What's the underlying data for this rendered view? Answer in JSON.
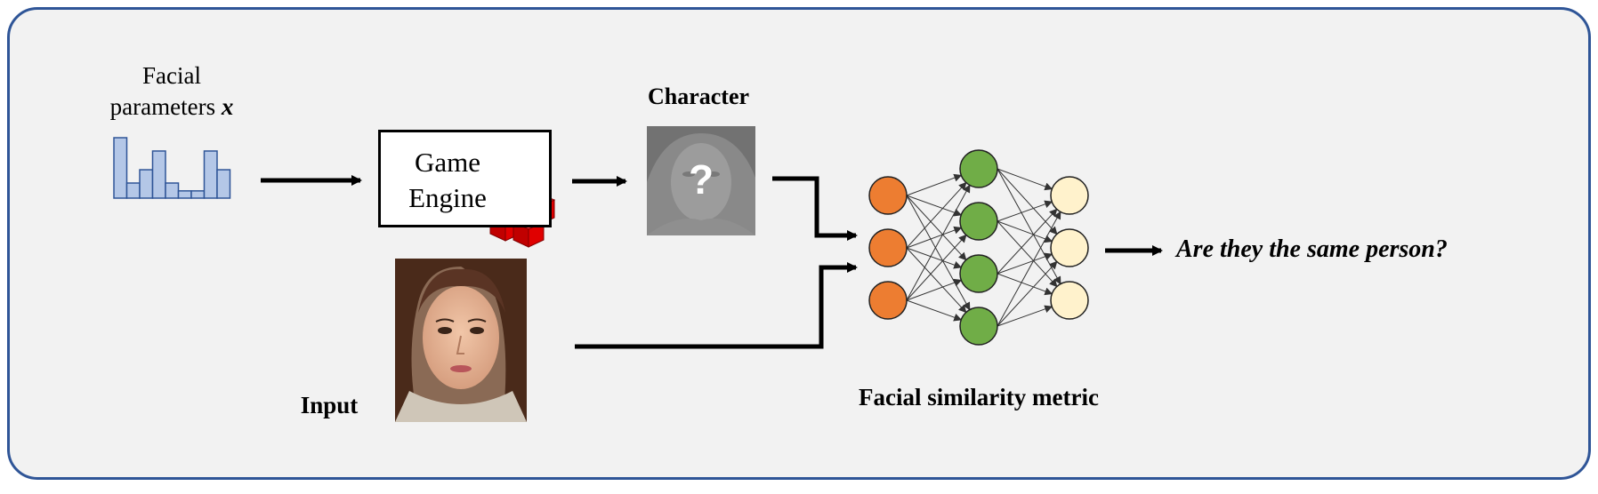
{
  "facial_parameters": {
    "label_line1": "Facial",
    "label_line2": "parameters",
    "variable": "x",
    "histogram_levels": [
      1.0,
      0.25,
      0.47,
      0.78,
      0.25,
      0.12,
      0.12,
      0.78,
      0.47
    ],
    "bar_color": "#b4c7e7",
    "bar_stroke": "#2f5597"
  },
  "game_engine": {
    "label_line1": "Game",
    "label_line2": "Engine",
    "cube_color": "#e00000",
    "cube_icon": "red-cubes-icon"
  },
  "character": {
    "label": "Character",
    "question_mark": "?",
    "image": "blurred-character-face-image"
  },
  "input": {
    "label": "Input",
    "image": "input-face-photo"
  },
  "network": {
    "label": "Facial similarity metric",
    "layers": [
      3,
      4,
      3
    ],
    "layer_colors": [
      "#ed7d31",
      "#70ad47",
      "#fff2cc"
    ]
  },
  "output": {
    "question": "Are they the same person?"
  },
  "colors": {
    "frame_border": "#2f5597",
    "frame_fill": "#f2f2f2"
  }
}
